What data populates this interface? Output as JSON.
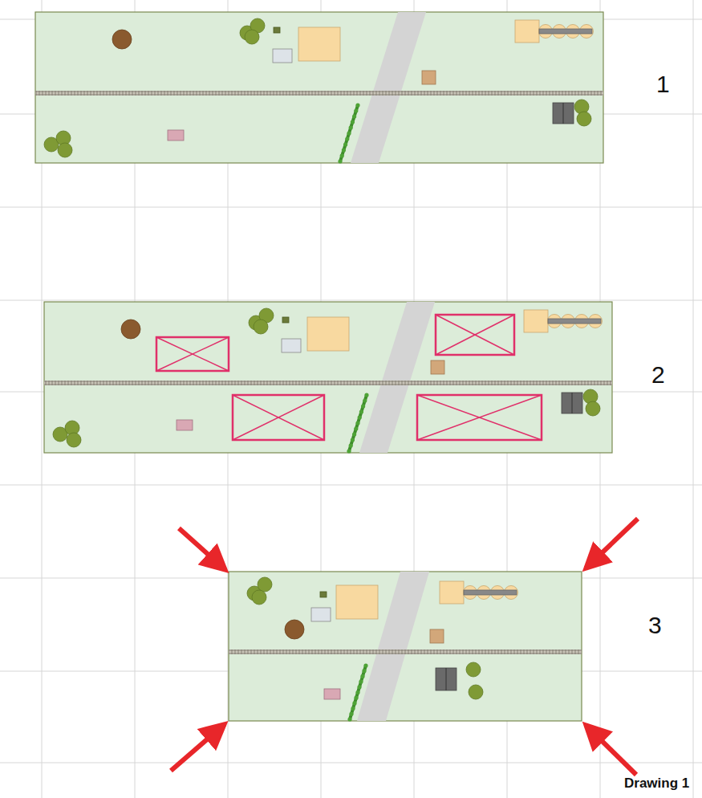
{
  "diagram": {
    "caption": "Drawing 1",
    "labels": [
      "1",
      "2",
      "3"
    ]
  }
}
